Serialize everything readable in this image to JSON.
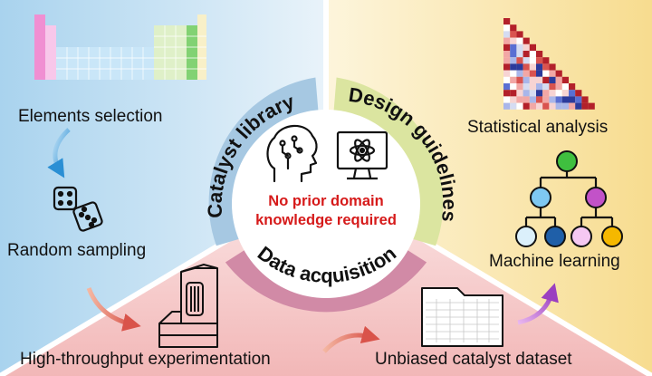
{
  "center": {
    "line1": "No prior domain",
    "line2": "knowledge required"
  },
  "ring": {
    "catalyst_library": "Catalyst library",
    "design_guidelines": "Design guidelines",
    "data_acquisition": "Data acquisition"
  },
  "steps": {
    "elements_selection": "Elements selection",
    "random_sampling": "Random sampling",
    "high_throughput": "High-throughput experimentation",
    "unbiased_dataset": "Unbiased catalyst dataset",
    "statistical_analysis": "Statistical analysis",
    "machine_learning": "Machine learning"
  },
  "colors": {
    "catalyst_library": "#a6c8e2",
    "design_guidelines": "#dbe5a0",
    "data_acquisition": "#d18aa6",
    "center_text": "#d61a1a",
    "left_panel": "#d4e8f5",
    "right_panel": "#fbeec4",
    "bottom_panel": "#f7d4d4"
  },
  "icons": [
    "brain-circuit-icon",
    "computer-atom-icon",
    "dice-icon",
    "instrument-icon",
    "spreadsheet-folder-icon",
    "periodic-table-icon",
    "correlation-heatmap-icon",
    "tree-icon"
  ]
}
